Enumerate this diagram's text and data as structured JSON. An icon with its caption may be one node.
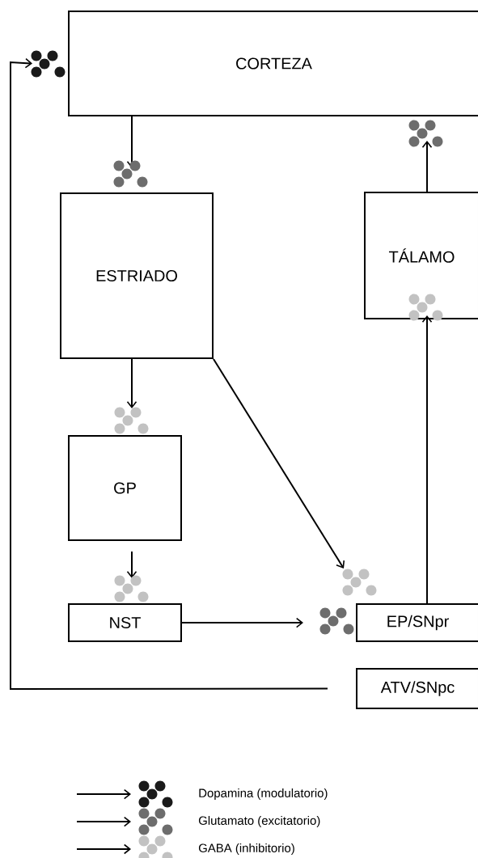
{
  "diagram": {
    "nodes": [
      {
        "text": [
          "CORTEZA"
        ]
      },
      {
        "text": [
          "ESTRIADO"
        ]
      },
      {
        "text": [
          "TÁLAMO"
        ]
      },
      {
        "text": [
          "GP"
        ]
      },
      {
        "text": [
          "NST"
        ]
      },
      {
        "text": [
          "EP/SNpr"
        ]
      },
      {
        "text": [
          "ATV/SNpc"
        ]
      }
    ],
    "edges": [
      {
        "from": 0,
        "to": 1,
        "arrow": "to"
      },
      {
        "from": 1,
        "to": 3,
        "arrow": "to"
      },
      {
        "from": 3,
        "to": 4,
        "arrow": "to"
      },
      {
        "from": 1,
        "to": 5,
        "arrow": "to"
      },
      {
        "from": 4,
        "to": 5,
        "arrow": "to"
      },
      {
        "from": 5,
        "to": 2,
        "arrow": "to"
      },
      {
        "from": 2,
        "to": 0,
        "arrow": "to"
      },
      {
        "from": 6,
        "to": 0,
        "arrow": "to"
      }
    ],
    "legend": [
      {
        "text": "Dopamina (modulatorio)",
        "color": "#1a1a1a"
      },
      {
        "text": "Glutamato (excitatorio)",
        "color": "#6d6d6d"
      },
      {
        "text": "GABA (inhibitorio)",
        "color": "#c2c2c2"
      }
    ]
  }
}
